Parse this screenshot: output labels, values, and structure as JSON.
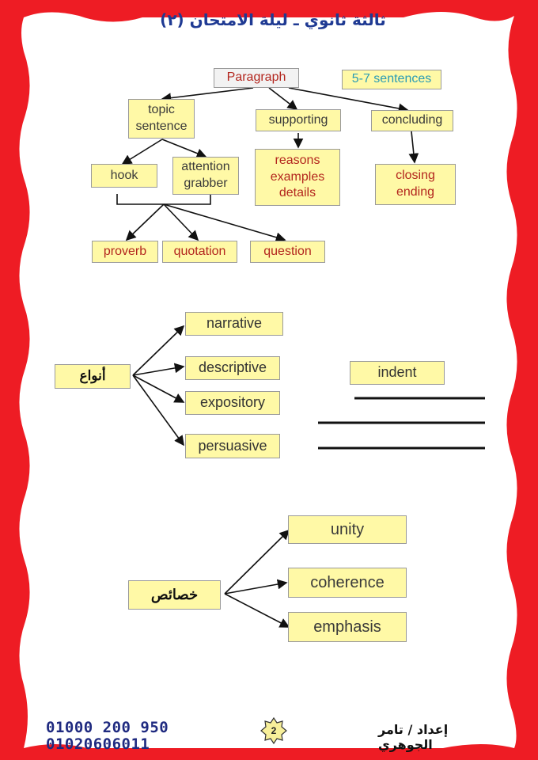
{
  "header": {
    "title": "ثالثة ثانوي ـ ليلة الامتحان (٢)"
  },
  "diagram_top": {
    "paragraph": "Paragraph",
    "sentences": "5-7 sentences",
    "topic_sentence": "topic\nsentence",
    "supporting": "supporting",
    "concluding": "concluding",
    "hook": "hook",
    "attention_grabber": "attention\ngrabber",
    "supporting_items": "reasons\nexamples\ndetails",
    "concluding_items": "closing\nending",
    "proverb": "proverb",
    "quotation": "quotation",
    "question": "question"
  },
  "types": {
    "label": "أنواع",
    "items": [
      "narrative",
      "descriptive",
      "expository",
      "persuasive"
    ]
  },
  "indent": {
    "label": "indent"
  },
  "properties": {
    "label": "خصائص",
    "items": [
      "unity",
      "coherence",
      "emphasis"
    ]
  },
  "footer": {
    "phone1": "01000 200 950",
    "phone2": "01020606011",
    "page_number": "2",
    "author": "إعداد / تامر الجوهري"
  },
  "colors": {
    "frame": "#ee1c24",
    "box_fill": "#fff9a6",
    "title": "#1f3a93",
    "red_text": "#b3261e",
    "teal_text": "#2a9bb5"
  }
}
